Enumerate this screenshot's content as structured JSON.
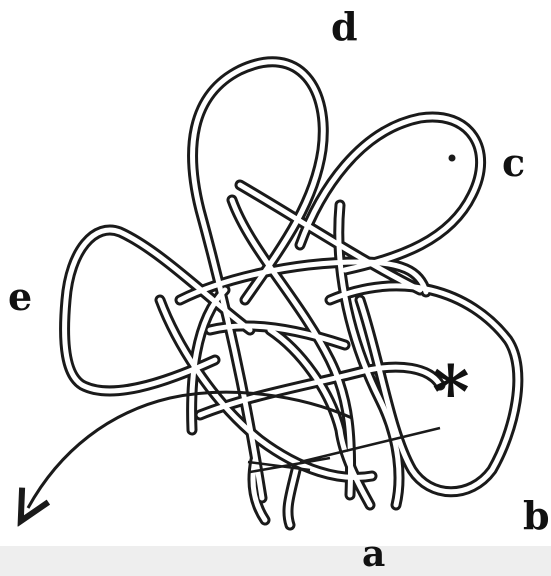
{
  "labels": {
    "a": "a",
    "b": "b",
    "c": "c",
    "d": "d",
    "e": "e",
    "asterisk": "*"
  },
  "colors": {
    "rope_outline": "#1a1a1a",
    "rope_fill": "#ffffff",
    "background": "#ffffff",
    "bottom_strip": "#eeeeee"
  }
}
